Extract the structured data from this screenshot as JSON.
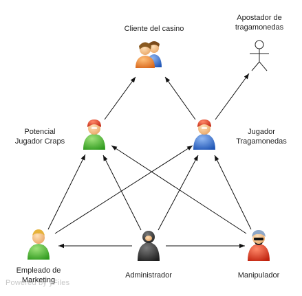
{
  "nodes": {
    "cliente": {
      "label": "Cliente del casino"
    },
    "apostador": {
      "label_line1": "Apostador de",
      "label_line2": "tragamonedas"
    },
    "potencial": {
      "label_line1": "Potencial",
      "label_line2": "Jugador Craps"
    },
    "jugador": {
      "label_line1": "Jugador",
      "label_line2": "Tragamonedas"
    },
    "empleado": {
      "label_line1": "Empleado de",
      "label_line2": "Marketing"
    },
    "administrador": {
      "label": "Administrador"
    },
    "manipulador": {
      "label": "Manipulador"
    }
  },
  "watermark": "Powered by yFiles",
  "colors": {
    "craps_shirt": "#3fae2a",
    "slots_shirt": "#2e66c8",
    "helmet": "#e23a1a",
    "marketing_shirt": "#5fc22f",
    "admin_robe": "#2b2b2b",
    "manipulator_shirt": "#d9321a",
    "manipulator_cap": "#8fa8c8",
    "group_orange": "#e8812b",
    "group_blue": "#3b78d8"
  }
}
